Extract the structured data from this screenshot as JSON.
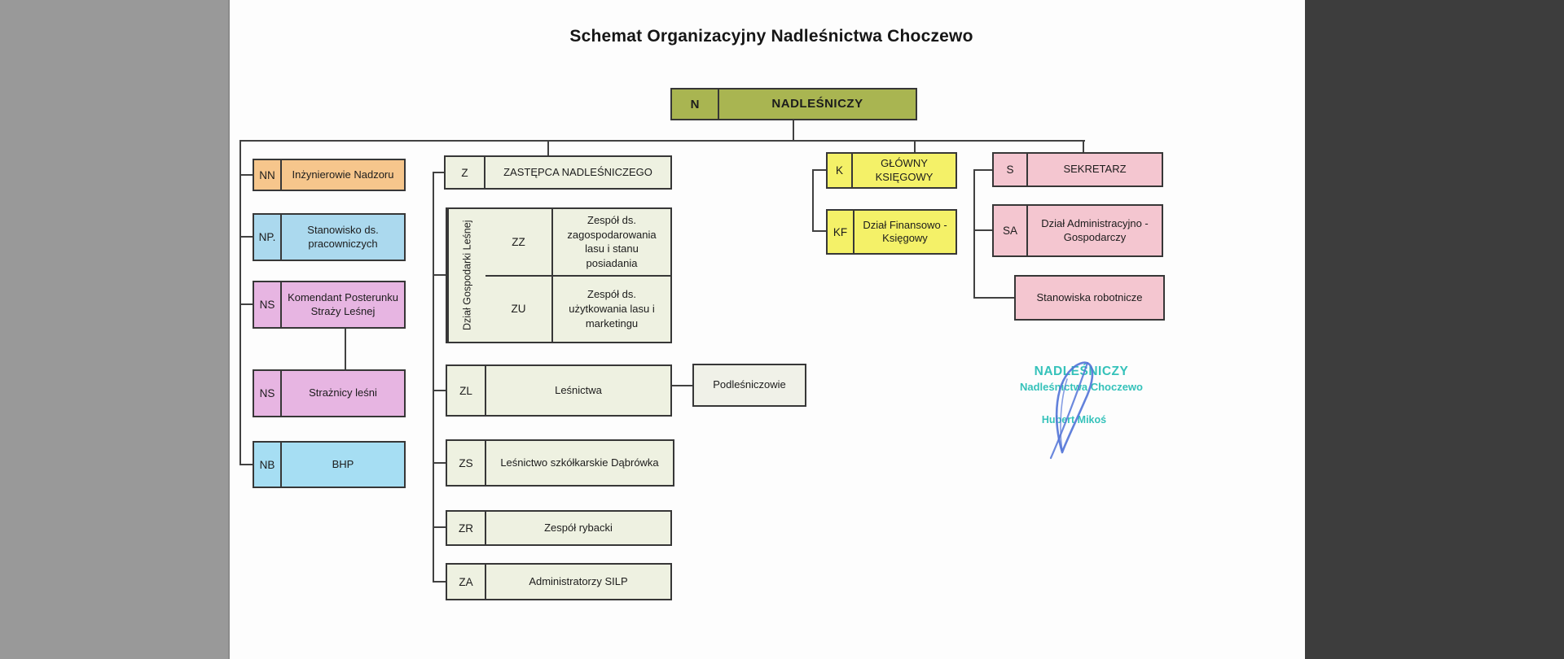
{
  "page": {
    "title": "Schemat Organizacyjny Nadleśnictwa Choczewo"
  },
  "colors": {
    "root": "#a9b551",
    "orange": "#f6c68c",
    "blue": "#abd9ee",
    "blue2": "#a6def3",
    "plum": "#e7b5e2",
    "pale": "#eef1e1",
    "pale2": "#f0f1e8",
    "yellow": "#f4f168",
    "pink": "#f4c6d0",
    "stamp_teal": "#35c2ba",
    "pen_blue": "#5173d7",
    "line": "#414141"
  },
  "nodes": {
    "root": {
      "code": "N",
      "label": "NADLEŚNICZY"
    },
    "nn": {
      "code": "NN",
      "label": "Inżynierowie Nadzoru"
    },
    "np": {
      "code": "NP.",
      "label": "Stanowisko ds. pracowniczych"
    },
    "ns_komendant": {
      "code": "NS",
      "label": "Komendant Posterunku Straży Leśnej"
    },
    "ns_straznicy": {
      "code": "NS",
      "label": "Strażnicy leśni"
    },
    "nb": {
      "code": "NB",
      "label": "BHP"
    },
    "z": {
      "code": "Z",
      "label": "ZASTĘPCA NADLEŚNICZEGO"
    },
    "dgl": {
      "group_label": "Dział Gospodarki Leśnej",
      "zz": {
        "code": "ZZ",
        "label": "Zespół ds. zagospodarowania lasu i stanu posiadania"
      },
      "zu": {
        "code": "ZU",
        "label": "Zespół ds. użytkowania lasu i marketingu"
      }
    },
    "zl": {
      "code": "ZL",
      "label": "Leśnictwa"
    },
    "podlesniczowie": {
      "label": "Podleśniczowie"
    },
    "zs": {
      "code": "ZS",
      "label": "Leśnictwo szkółkarskie Dąbrówka"
    },
    "zr": {
      "code": "ZR",
      "label": "Zespół rybacki"
    },
    "za": {
      "code": "ZA",
      "label": "Administratorzy SILP"
    },
    "k": {
      "code": "K",
      "label": "GŁÓWNY KSIĘGOWY"
    },
    "kf": {
      "code": "KF",
      "label": "Dział Finansowo - Księgowy"
    },
    "s": {
      "code": "S",
      "label": "SEKRETARZ"
    },
    "sa": {
      "code": "SA",
      "label": "Dział Administracyjno - Gospodarczy"
    },
    "stanowiska_robotnicze": {
      "label": "Stanowiska robotnicze"
    }
  },
  "stamp": {
    "line1": "NADLEŚNICZY",
    "line2": "Nadleśnictwa Choczewo",
    "name": "Hubert Mikoś"
  }
}
